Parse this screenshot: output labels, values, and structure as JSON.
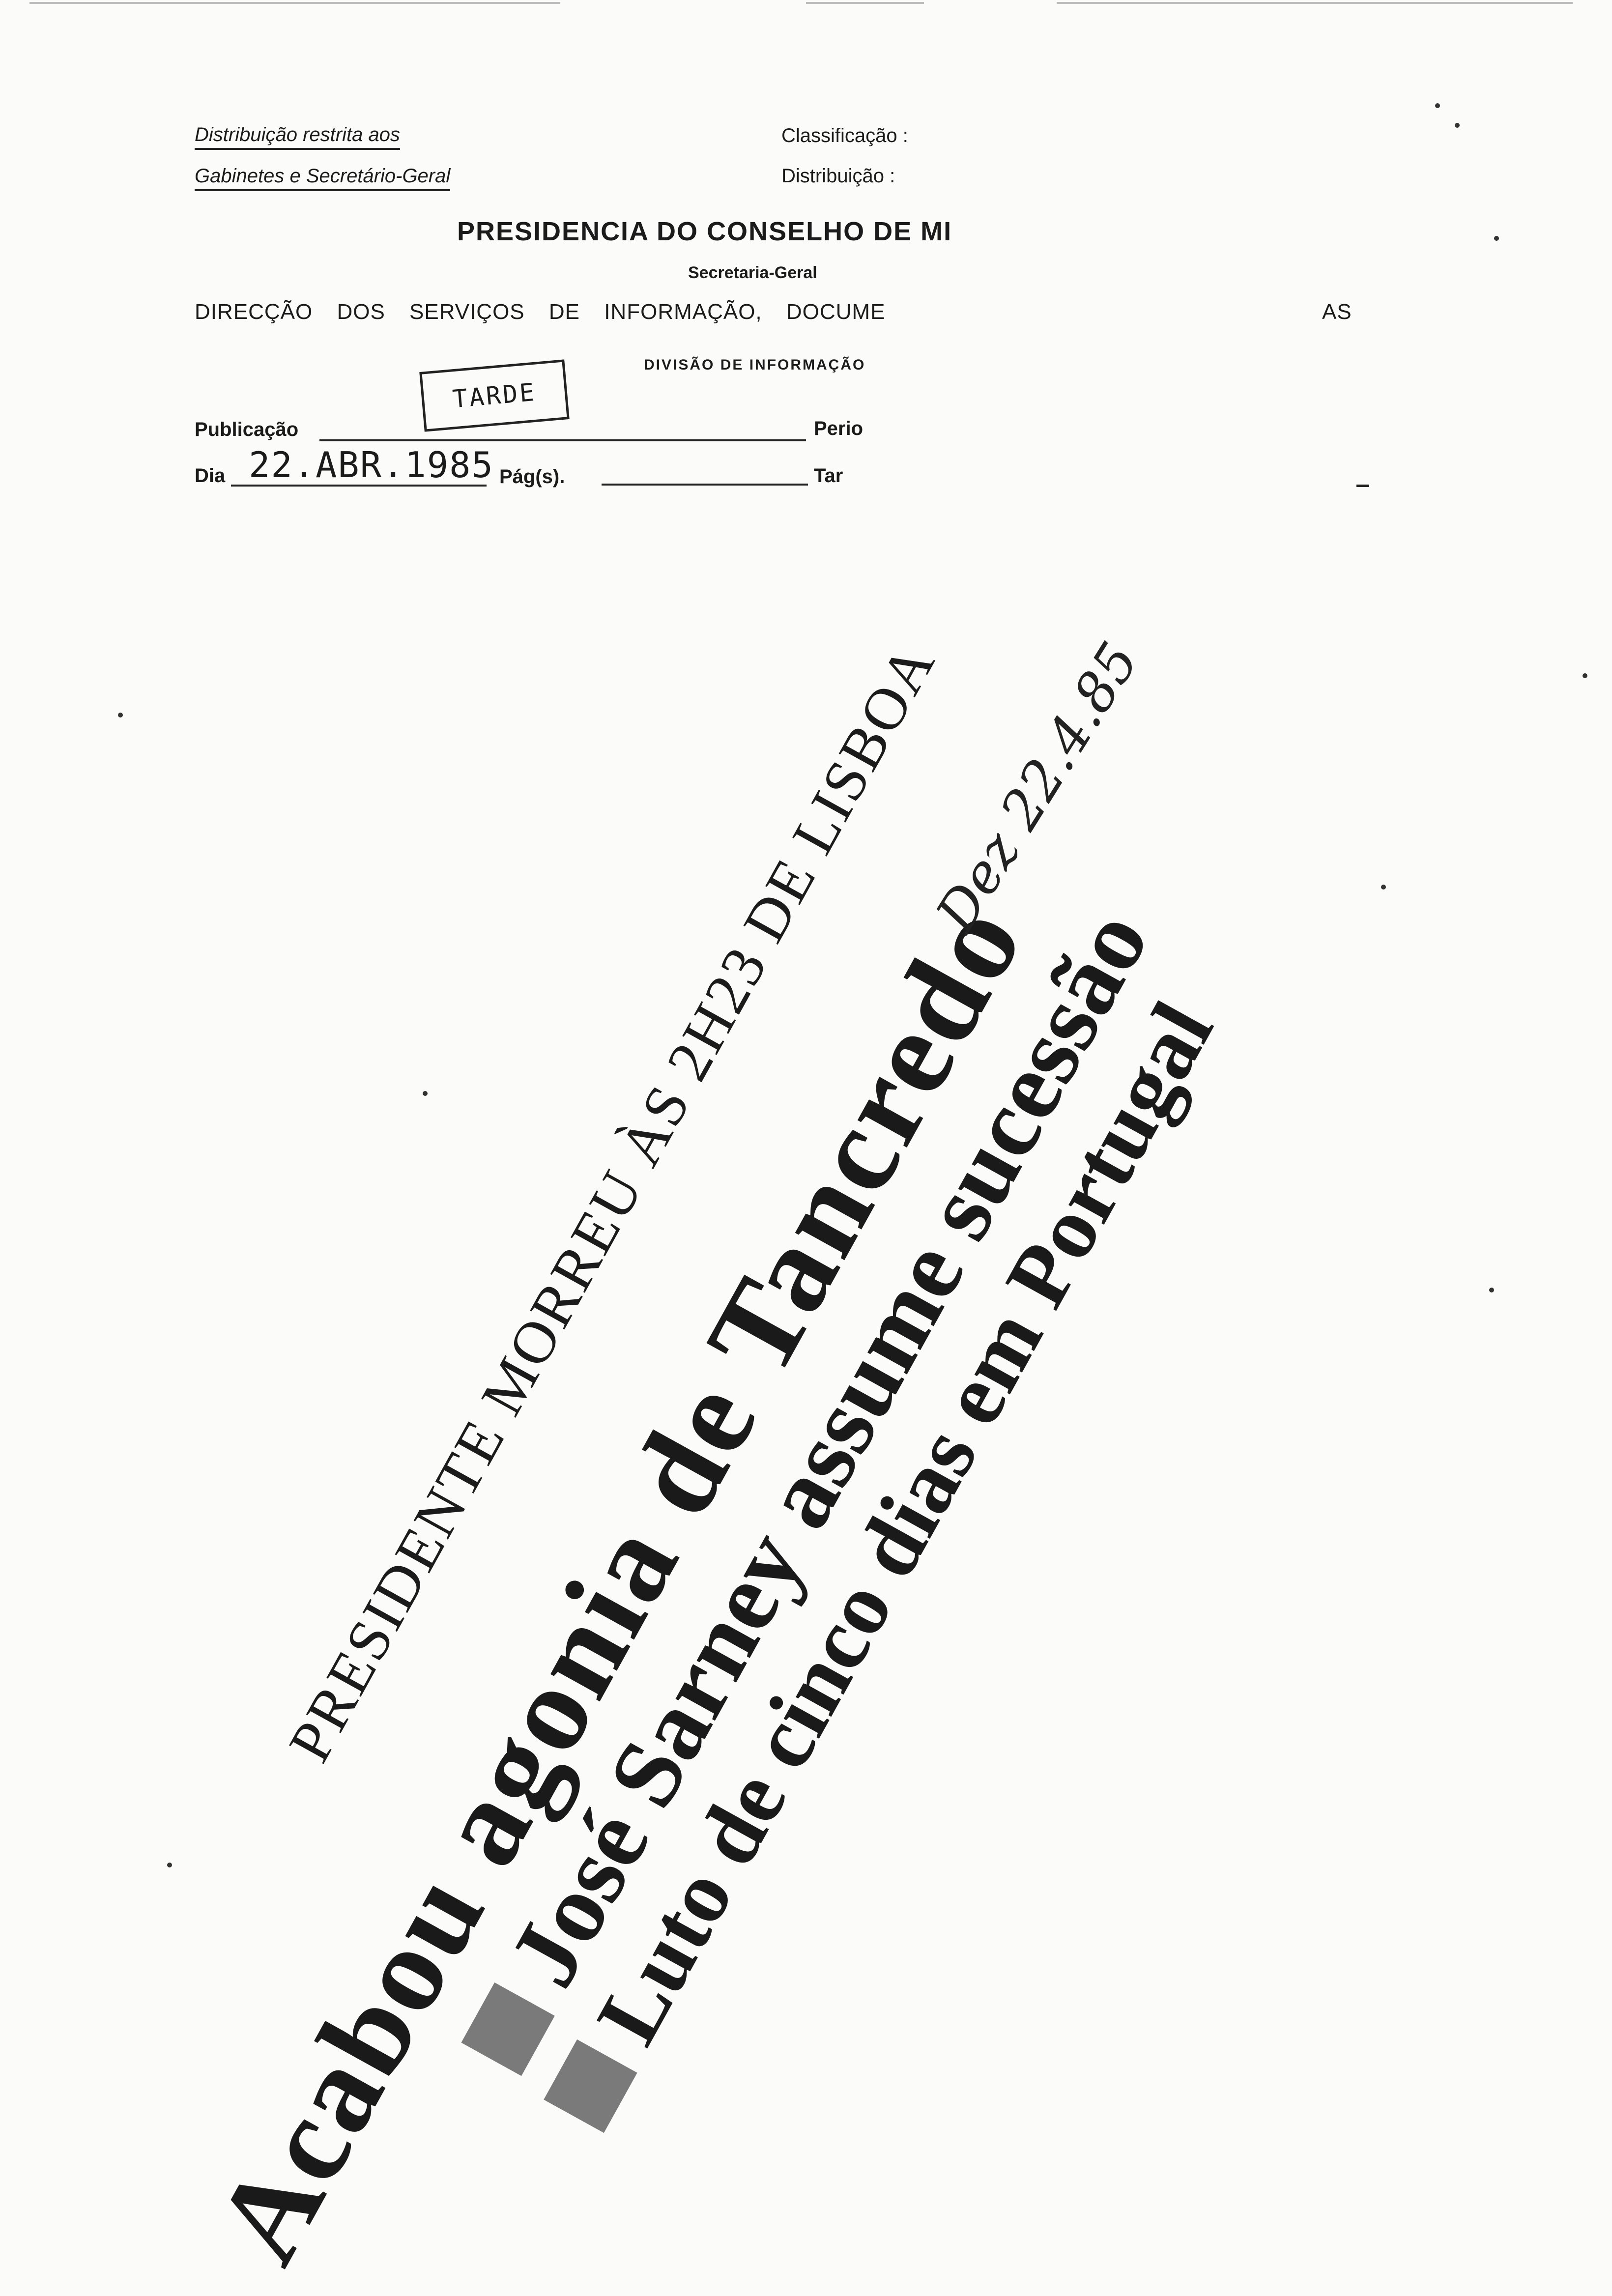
{
  "header": {
    "distrib_restrita": "Distribuição restrita aos",
    "gabinetes": "Gabinetes e Secretário-Geral",
    "classificacao_label": "Classificação :",
    "distribuicao_label": "Distribuição :",
    "presidencia": "PRESIDENCIA DO CONSELHO DE MI",
    "secretaria": "Secretaria-Geral",
    "direccao": "DIRECÇÃO DOS SERVIÇOS DE INFORMAÇÃO, DOCUME",
    "direccao_tail": "AS",
    "divisao": "DIVISÃO DE INFORMAÇÃO"
  },
  "form": {
    "stamp": "TARDE",
    "publicacao_label": "Publicação",
    "periodo_label": "Perio",
    "dia_label": "Dia",
    "dia_value": "22.ABR.1985",
    "pag_label": "Pág(s).",
    "tar_label": "Tar"
  },
  "clipping": {
    "kicker": "PRESIDENTE MORREU ÀS 2H23 DE LISBOA",
    "headline": "Acabou agonia de Tancredo",
    "bullet1": "José Sarney assume sucessão",
    "bullet2": "Luto de cinco dias em Portugal",
    "handwritten": "Dez 22.4.85"
  }
}
